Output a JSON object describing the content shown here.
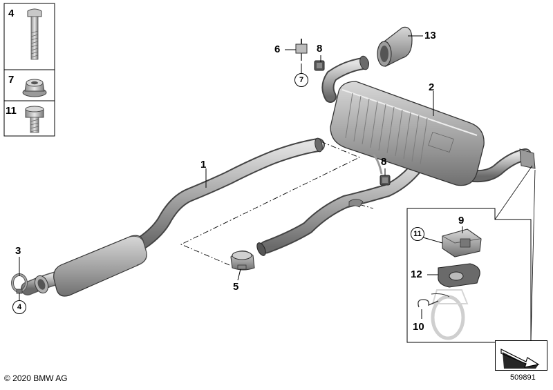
{
  "diagram": {
    "part_labels": {
      "p1": "1",
      "p2": "2",
      "p3": "3",
      "p4": "4",
      "p5": "5",
      "p6": "6",
      "p7": "7",
      "p8a": "8",
      "p8b": "8",
      "p9": "9",
      "p10": "10",
      "p11": "11",
      "p12": "12",
      "p13": "13"
    },
    "legend_labels": {
      "bolt": "4",
      "nut": "7",
      "screw": "11"
    },
    "circle_refs": {
      "c7": "7",
      "c4": "4",
      "c11": "11"
    },
    "copyright": "© 2020 BMW AG",
    "document_number": "509891"
  },
  "colors": {
    "part_fill": "#b4b4b4",
    "part_dark": "#6e6e6e",
    "part_light": "#dcdcdc",
    "line": "#000000",
    "background": "#ffffff"
  },
  "icons": {
    "navigation": "arrow-down-right-icon"
  }
}
